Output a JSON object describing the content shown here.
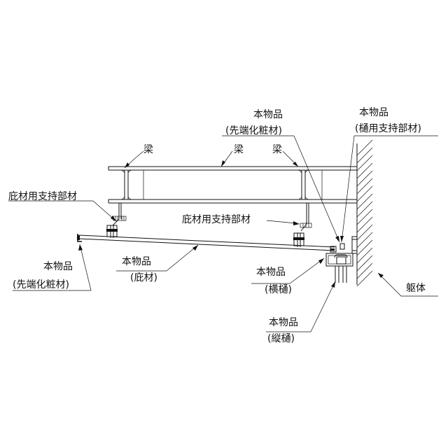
{
  "labels": {
    "beam_left": "梁",
    "beam_mid": "梁",
    "beam_right": "梁",
    "support_left": "庇材用支持部材",
    "support_mid": "庇材用支持部材",
    "product_tip_top": "本物品",
    "product_tip_top_sub": "(先端化粧材)",
    "product_gutter_support": "本物品",
    "product_gutter_support_sub": "(樋用支持部材)",
    "product_tip_bottom": "本物品",
    "product_tip_bottom_sub": "(先端化粧材)",
    "product_eave": "本物品",
    "product_eave_sub": "(庇材)",
    "product_horizontal_gutter": "本物品",
    "product_horizontal_gutter_sub": "(横樋)",
    "product_vertical_gutter": "本物品",
    "product_vertical_gutter_sub": "(縦樋)",
    "body": "躯体"
  }
}
